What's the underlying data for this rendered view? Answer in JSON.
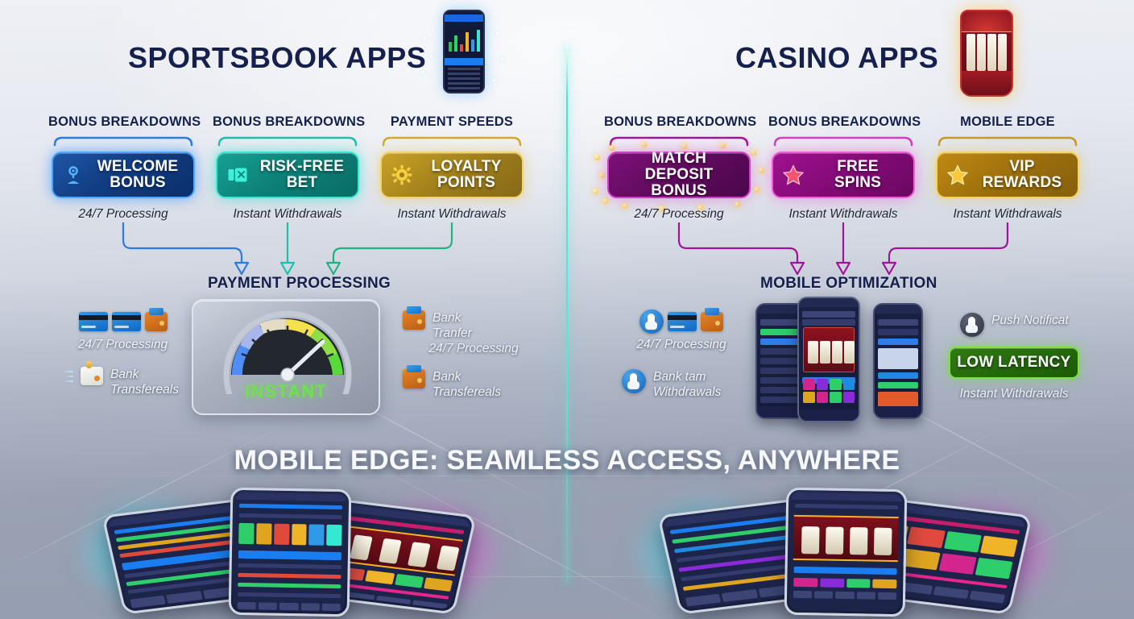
{
  "theme": {
    "title_color": "#16204e",
    "divider_color": "#4fe3d4",
    "left_accent": "#2a7ce0",
    "right_accent": "#a0149a",
    "banner_color": "#f6f8fb",
    "low_latency_green": "#79e23c",
    "instant_green": "#6ee24a"
  },
  "panels": {
    "left": {
      "title": "SPORTSBOOK APPS",
      "hero_icon": "sportsbook-phone-icon",
      "columns": [
        {
          "label": "BONUS BREAKDOWNS",
          "bracket_color": "#2a7ce0"
        },
        {
          "label": "BONUS BREAKDOWNS",
          "bracket_color": "#1fbfae"
        },
        {
          "label": "PAYMENT SPEEDS",
          "bracket_color": "#d4a92a"
        }
      ],
      "cards": [
        {
          "title": "WELCOME BONUS",
          "icon": "user-badge-icon",
          "caption": "24/7 Processing",
          "accent": "#4ea8ff"
        },
        {
          "title": "RISK-FREE BET",
          "icon": "ticket-icon",
          "caption": "Instant Withdrawals",
          "accent": "#35e8d2"
        },
        {
          "title": "LOYALTY POINTS",
          "icon": "gear-sun-icon",
          "caption": "Instant Withdrawals",
          "accent": "#f2d36a"
        }
      ],
      "section_title": "PAYMENT PROCESSING",
      "gauge": {
        "value_label": "INSTANT",
        "needle_percent": 72
      },
      "features_left": [
        {
          "icons": [
            "credit-card-icon",
            "credit-card-icon",
            "wallet-icon"
          ],
          "label": "24/7 Processing"
        },
        {
          "icons": [
            "light-wallet-icon"
          ],
          "label": "Bank\nTransfereals"
        }
      ],
      "features_right": [
        {
          "icons": [
            "wallet-icon"
          ],
          "label": "Bank\nTranfer",
          "extra_label": "24/7 Processing"
        },
        {
          "icons": [
            "wallet-icon"
          ],
          "label": "Bank\nTransfereals"
        }
      ]
    },
    "right": {
      "title": "CASINO APPS",
      "hero_icon": "slot-machine-icon",
      "columns": [
        {
          "label": "BONUS BREAKDOWNS",
          "bracket_color": "#a0149a"
        },
        {
          "label": "BONUS BREAKDOWNS",
          "bracket_color": "#d13fc0"
        },
        {
          "label": "MOBILE EDGE",
          "bracket_color": "#c79a28"
        }
      ],
      "cards": [
        {
          "title": "MATCH DEPOSIT BONUS",
          "icon": "none",
          "caption": "24/7 Processing",
          "accent": "#cf3fc4"
        },
        {
          "title": "FREE SPINS",
          "icon": "star-pink-icon",
          "caption": "Instant Withdrawals",
          "accent": "#f45bd8"
        },
        {
          "title": "VIP REWARDS",
          "icon": "star-gold-icon",
          "caption": "Instant Withdrawals",
          "accent": "#f6d35b"
        }
      ],
      "section_title": "MOBILE OPTIMIZATION",
      "features_left": [
        {
          "icons": [
            "tap-icon",
            "credit-card-icon",
            "wallet-icon"
          ],
          "label": "24/7 Processing"
        },
        {
          "icons": [
            "tap-icon"
          ],
          "label": "Bank tam\nWithdrawals"
        }
      ],
      "features_right": [
        {
          "icons": [
            "tap-dark-icon"
          ],
          "label": "Push Notificat"
        }
      ],
      "badge": {
        "label": "LOW LATENCY",
        "caption": "Instant Withdrawals"
      }
    }
  },
  "bottom_banner": "MOBILE EDGE: SEAMLESS ACCESS, ANYWHERE"
}
